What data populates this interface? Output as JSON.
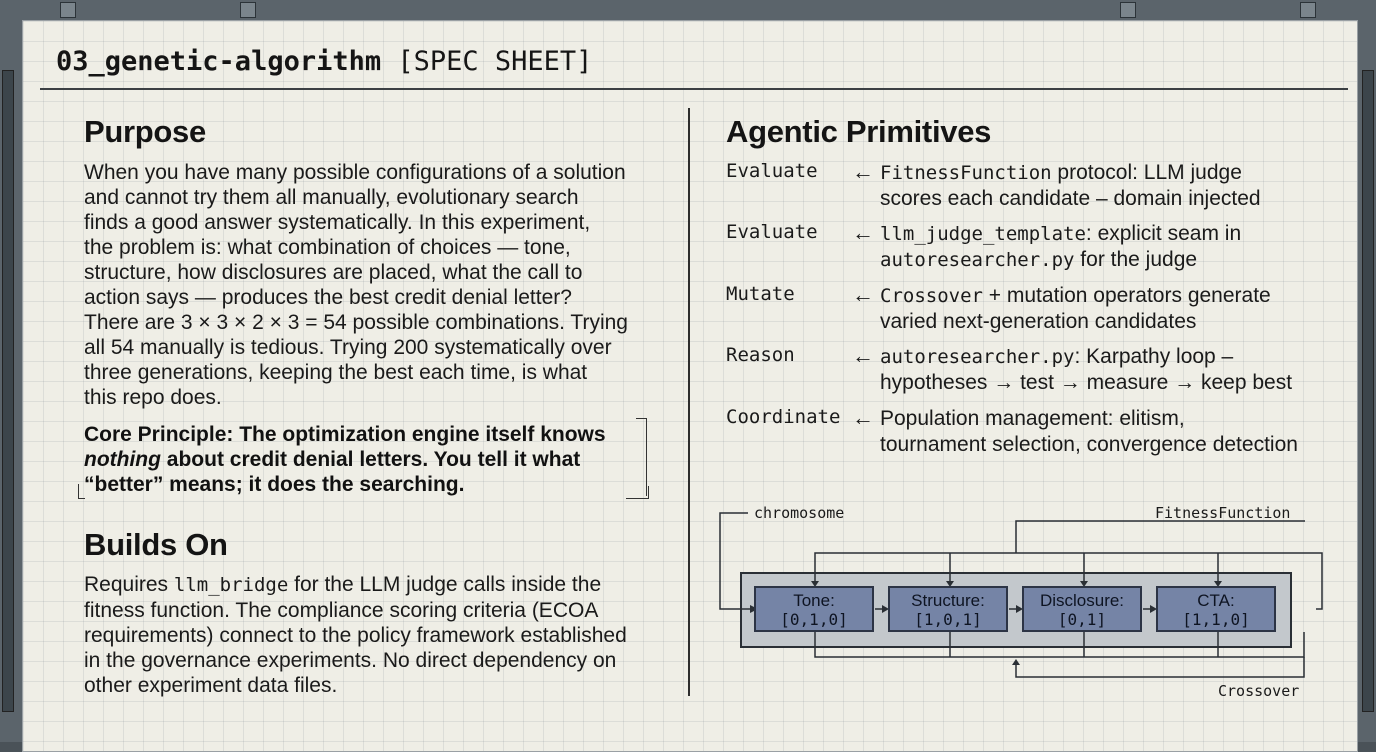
{
  "header": {
    "title_code": "03_genetic-algorithm",
    "title_tag": "[SPEC SHEET]"
  },
  "purpose": {
    "heading": "Purpose",
    "lines": [
      "When you have many possible configurations of a solution",
      "and cannot try them all manually, evolutionary search",
      "finds a good answer systematically. In this experiment,",
      "the problem is: what combination of choices — tone,",
      "structure, how disclosures are placed, what the call to",
      "action says — produces the best credit denial letter?",
      "There are 3 × 3 × 2 × 3 = 54 possible combinations. Trying",
      "all 54 manually is tedious. Trying 200 systematically over",
      "three generations, keeping the best each time, is what",
      "this repo does."
    ],
    "principle_line1": "Core Principle: The optimization engine itself knows",
    "principle_emph": "nothing",
    "principle_line2_rest": " about credit denial letters. You tell it what",
    "principle_line3": "“better” means; it does the searching."
  },
  "builds_on": {
    "heading": "Builds On",
    "line1_pre": "Requires ",
    "line1_code": "llm_bridge",
    "line1_post": " for the LLM judge calls inside the",
    "lines": [
      "fitness function. The compliance scoring criteria (ECOA",
      "requirements) connect to the policy framework established",
      "in the governance experiments. No direct dependency on",
      "other experiment data files."
    ]
  },
  "primitives": {
    "heading": "Agentic Primitives",
    "arrow": "←",
    "rows": [
      {
        "verb": "Evaluate",
        "code": "FitnessFunction",
        "rest": " protocol: LLM judge",
        "line2": "scores each candidate – domain injected"
      },
      {
        "verb": "Evaluate",
        "code": "llm_judge_template",
        "rest": ": explicit seam in",
        "line2_code": "autoresearcher.py",
        "line2": " for the judge"
      },
      {
        "verb": "Mutate",
        "code": "Crossover",
        "rest": " + mutation operators generate",
        "line2": "varied next-generation candidates"
      },
      {
        "verb": "Reason",
        "code": "autoresearcher.py",
        "rest": ": Karpathy loop –",
        "line2": "hypotheses → test → measure → keep best"
      },
      {
        "verb": "Coordinate",
        "code": "",
        "rest": "Population management: elitism,",
        "line2": "tournament selection, convergence detection"
      }
    ]
  },
  "diagram": {
    "label_chromosome": "chromosome",
    "label_fitness": "FitnessFunction",
    "label_crossover": "Crossover",
    "genes": [
      {
        "name": "Tone:",
        "value": "[0,1,0]"
      },
      {
        "name": "Structure:",
        "value": "[1,0,1]"
      },
      {
        "name": "Disclosure:",
        "value": "[0,1]"
      },
      {
        "name": "CTA:",
        "value": "[1,1,0]"
      }
    ],
    "colors": {
      "gene_fill": "#7584a6",
      "gene_border": "#2c3445",
      "track": "#c3c8cc"
    }
  }
}
